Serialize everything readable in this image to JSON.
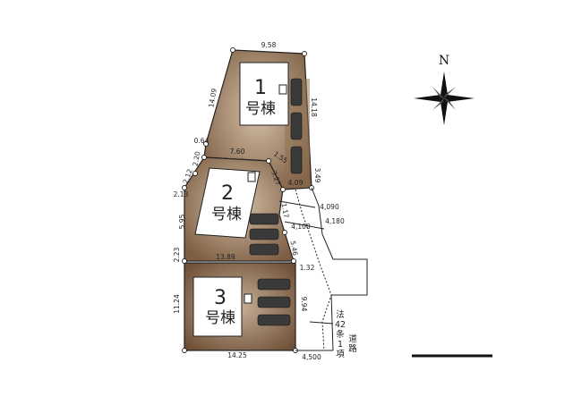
{
  "colors": {
    "lot_fill": "#8a6a4c",
    "lot_fill_light": "#c4ab92",
    "building_fill": "#ffffff",
    "car_fill": "#3a3a3a",
    "line": "#222222"
  },
  "lots": [
    {
      "number": "1",
      "label": "号棟"
    },
    {
      "number": "2",
      "label": "号棟"
    },
    {
      "number": "3",
      "label": "号棟"
    }
  ],
  "dimensions": {
    "d_958": "9.58",
    "d_1409": "14.09",
    "d_1418": "14.18",
    "d_064": "0.64",
    "d_760": "7.60",
    "d_220": "2.20",
    "d_155": "1.55",
    "d_212": "2.12",
    "d_327": "3.27",
    "d_349": "3.49",
    "d_213": "2.13",
    "d_409": "4.09",
    "d_117": "1.17",
    "d_4090": "4,090",
    "d_595": "5.95",
    "d_4100": "4,100",
    "d_4180": "4,180",
    "d_223": "2.23",
    "d_546": "5.46",
    "d_1389": "13.89",
    "d_132": "1.32",
    "d_1124": "11.24",
    "d_994": "9.94",
    "d_1425": "14.25",
    "d_4500": "4,500"
  },
  "road": {
    "chars": [
      "法",
      "42",
      "条",
      "1",
      "項"
    ],
    "chars2": [
      "道",
      "路"
    ]
  },
  "compass": {
    "label": "N",
    "icon": "compass-rose-icon"
  }
}
